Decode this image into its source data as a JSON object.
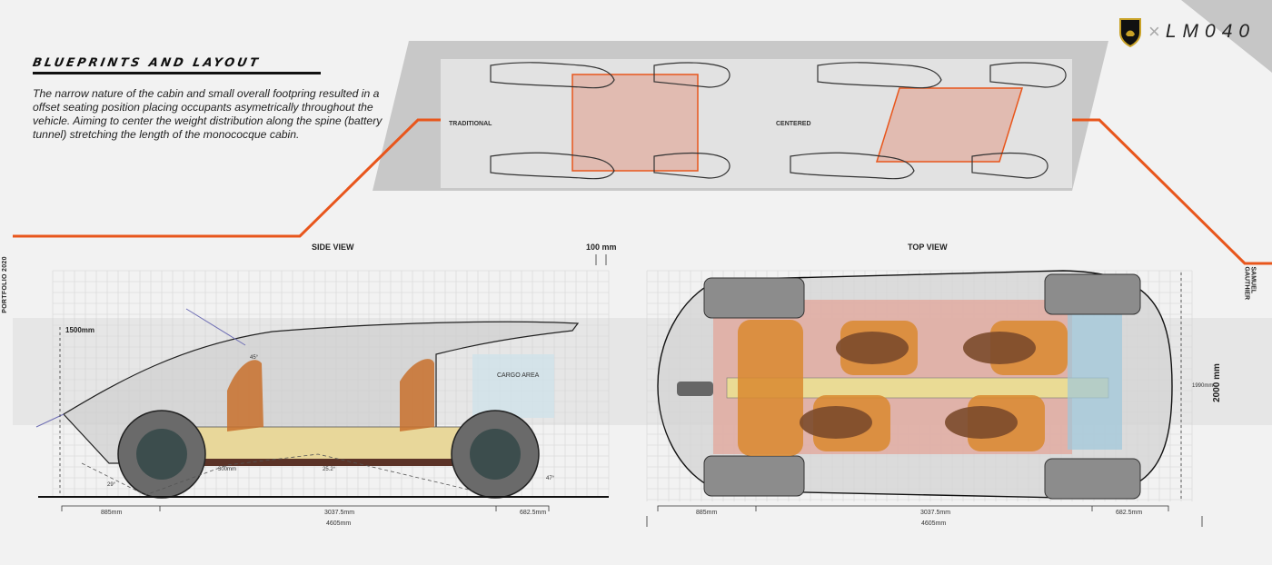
{
  "section": {
    "heading": "BLUEPRINTS AND LAYOUT",
    "description": "The narrow nature of the cabin and small overall footpring resulted in a offset seating position placing occupants asymetrically throughout the vehicle. Aiming to center the weight distribution along the spine (battery tunnel) stretching the length of the monococque cabin."
  },
  "brand": {
    "logo_icon": "lamborghini-shield-icon",
    "separator": "×",
    "model": "LM040"
  },
  "sidebar": {
    "left_vertical": "PORTFOLIO 2020",
    "right_vertical": "SAMUEL GAUTHIER"
  },
  "seating_panel": {
    "layouts": [
      {
        "label": "TRADITIONAL"
      },
      {
        "label": "CENTERED"
      }
    ]
  },
  "side_view": {
    "title": "SIDE VIEW",
    "scale_label": "100 mm",
    "height_label": "1500mm",
    "cargo_label": "CARGO AREA",
    "clearance_label": "300mm",
    "angles": [
      "29°",
      "25.2°",
      "47°",
      "45°"
    ],
    "dimensions": {
      "front_overhang": "885mm",
      "wheelbase": "3037.5mm",
      "rear_overhang": "682.5mm",
      "overall": "4605mm"
    }
  },
  "top_view": {
    "title": "TOP VIEW",
    "width_label": "1990mm",
    "width_total": "2000 mm",
    "dimensions": {
      "front_overhang": "885mm",
      "wheelbase": "3037.5mm",
      "rear_overhang": "682.5mm",
      "overall": "4605mm"
    }
  },
  "colors": {
    "accent": "#e8561c",
    "footprint_fill": "#e0b4a8",
    "grid_line": "#d8d8d8",
    "background": "#f2f2f2"
  }
}
